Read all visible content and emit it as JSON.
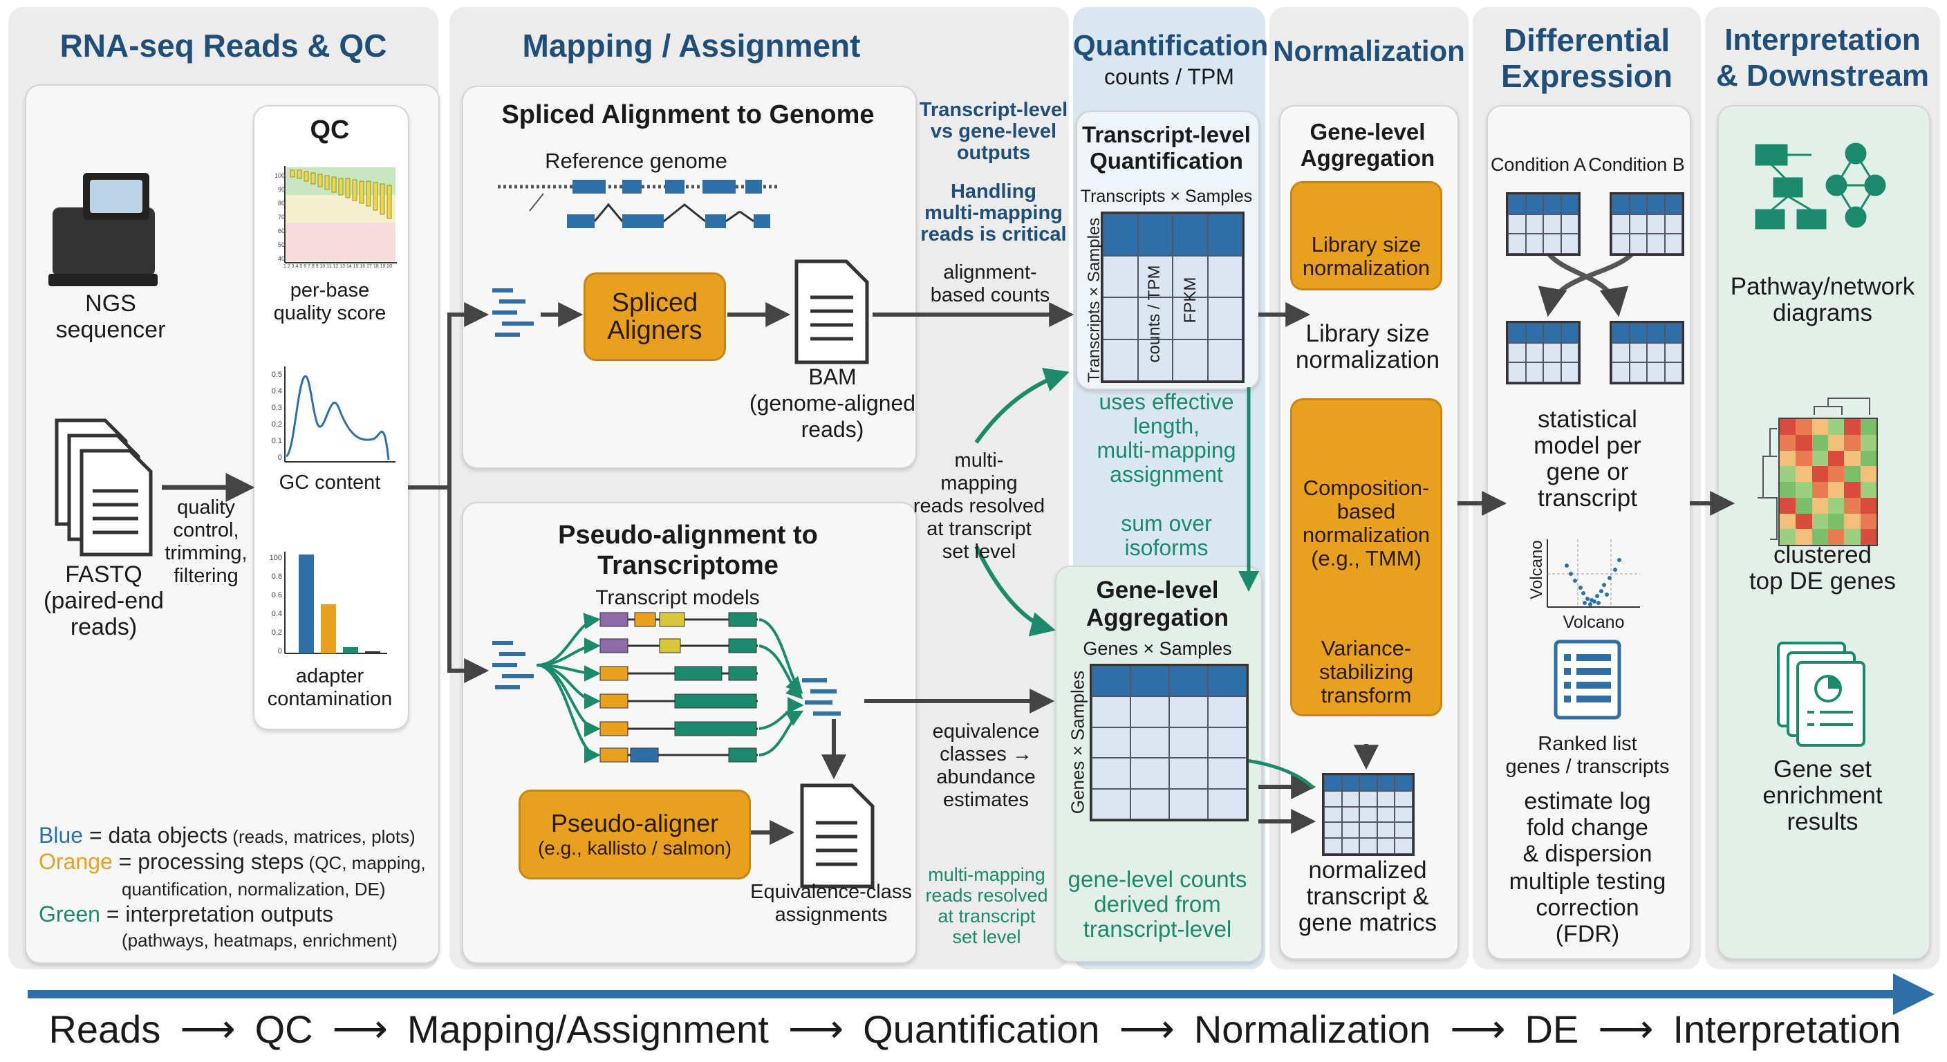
{
  "panels": {
    "reads_qc": "RNA-seq Reads & QC",
    "mapping": "Mapping / Assignment",
    "quant_title": "Quantification",
    "quant_sub": "counts / TPM",
    "normalization": "Normalization",
    "de": "Differential\nExpression",
    "interp": "Interpretation\n& Downstream"
  },
  "reads": {
    "sequencer": "NGS\nsequencer",
    "fastq": "FASTQ\n(paired-end\nreads)",
    "qc_step": "quality\ncontrol,\ntrimming,\nfiltering",
    "qc_title": "QC",
    "qc1": "per-base\nquality score",
    "qc2": "GC content",
    "qc3": "adapter\ncontamination",
    "qc1_ticks": [
      "100",
      "90",
      "80",
      "70",
      "60",
      "50",
      "40"
    ],
    "qc1_xticks": "1 2 3 4 5 6 7 8 9 10 11 12 13 14 15 16 17 18 19 20",
    "qc2_ticks": [
      "0.5",
      "0.4",
      "0.3",
      "0.2",
      "0.1",
      "0"
    ],
    "qc3_ticks": [
      "100",
      "0.8",
      "0.6",
      "0.4",
      "0.2",
      "0"
    ]
  },
  "legend": {
    "blue_key": "Blue",
    "blue_text": " = data objects",
    "blue_small": " (reads, matrices, plots)",
    "orange_key": "Orange",
    "orange_text": " = processing steps",
    "orange_small": " (QC, mapping,",
    "orange_small2": "quantification, normalization, DE)",
    "green_key": "Green",
    "green_text": " = interpretation outputs",
    "green_small": "(pathways, heatmaps, enrichment)"
  },
  "mapping": {
    "spliced_title": "Spliced Alignment to Genome",
    "ref_genome": "Reference genome",
    "spliced_aligners": "Spliced\nAligners",
    "bam": "BAM\n(genome-aligned\nreads)",
    "pseudo_title": "Pseudo-alignment to\nTranscriptome",
    "transcript_models": "Transcript models",
    "pseudo_aligner": "Pseudo-aligner",
    "pseudo_aligner_sub": "(e.g., kallisto / salmon)",
    "eq_assign": "Equivalence-class\nassignments",
    "note1": "Transcript-level\nvs gene-level\noutputs",
    "note2": "Handling\nmulti-mapping\nreads is critical",
    "align_counts": "alignment-\nbased counts",
    "multi_resolved": "multi-\nmapping\nreads resolved\nat transcript\nset level",
    "eq_classes": "equivalence\nclasses →\nabundance\nestimates",
    "multi_green": "multi-mapping\nreads resolved\nat transcript\nset level"
  },
  "quant": {
    "tx_title": "Transcript-level\nQuantification",
    "tx_sub": "Transcripts × Samples",
    "tx_side": "Transcripts × Samples",
    "col_tpm": "counts / TPM",
    "col_fpkm": "FPKM",
    "green1": "uses effective\nlength,\nmulti-mapping\nassignment",
    "green2": "sum over\nisoforms",
    "gene_title": "Gene-level\nAggregation",
    "gene_sub": "Genes × Samples",
    "gene_side": "Genes × Samples",
    "green3": "gene-level counts\nderived from\ntranscript-level"
  },
  "norm": {
    "title": "Gene-level\nAggregation",
    "lib_box": "Library size\nnormalization",
    "lib_text": "Library size\nnormalization",
    "comp_box": "Composition-\nbased\nnormalization\n(e.g., TMM)",
    "vst": "Variance-\nstabilizing\ntransform",
    "matrices": "normalized\ntranscript &\ngene matrics"
  },
  "de": {
    "condA": "Condition A",
    "condB": "Condition B",
    "stat": "statistical\nmodel per\ngene or\ntranscript",
    "volcano_y": "Volcano",
    "volcano_x": "Volcano",
    "ranked": "Ranked list\ngenes / transcripts",
    "estimate": "estimate log\nfold change\n& dispersion",
    "multiple": "multiple testing\ncorrection\n(FDR)"
  },
  "interp": {
    "pathway": "Pathway/network\ndiagrams",
    "clustered": "clustered\ntop DE genes",
    "gsea": "Gene set\nenrichment\nresults"
  },
  "flow": {
    "reads": "Reads",
    "qc": "QC",
    "mapping": "Mapping/Assignment",
    "quant": "Quantification",
    "norm": "Normalization",
    "de": "DE",
    "interp": "Interpretation"
  },
  "colors": {
    "blue": "#2f6fa8",
    "orange": "#e8a020",
    "green": "#1b8a6b",
    "title_blue": "#1f4e79"
  }
}
